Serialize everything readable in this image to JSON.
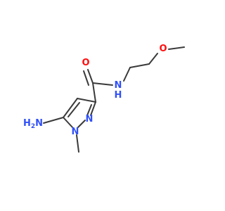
{
  "colors": {
    "bond": "#3a3a3a",
    "oxygen": "#ff0d0d",
    "nitrogen": "#3050f8",
    "background": "#ffffff"
  },
  "atoms": {
    "carbonyl_oxygen": {
      "symbol": "O",
      "element": "oxygen"
    },
    "ether_oxygen": {
      "symbol": "O",
      "element": "oxygen"
    },
    "amide_nitrogen": {
      "symbol": "N",
      "element": "nitrogen",
      "suffix": "H"
    },
    "ring_nitrogen_2": {
      "symbol": "N",
      "element": "nitrogen"
    },
    "ring_nitrogen_1": {
      "symbol": "N",
      "element": "nitrogen"
    },
    "amino_group": {
      "symbol": "H",
      "element": "nitrogen",
      "subscript": "2",
      "suffix": "N"
    }
  }
}
